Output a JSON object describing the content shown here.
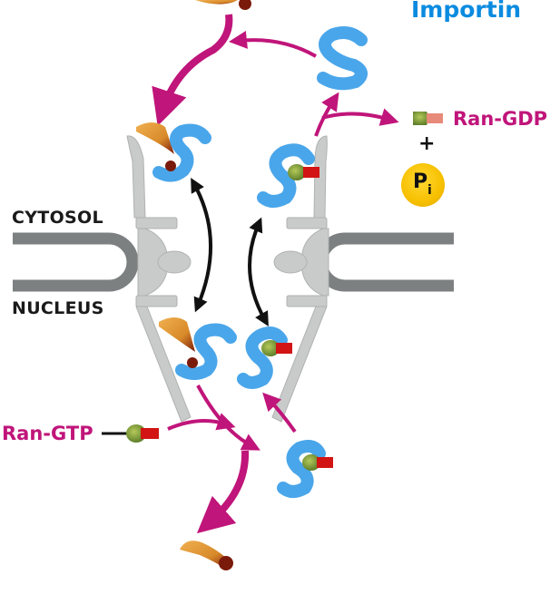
{
  "diagram": {
    "title": "Importin",
    "compartments": {
      "top": "CYTOSOL",
      "bottom": "NUCLEUS"
    },
    "molecules": {
      "ran_gdp": "Ran-GDP",
      "ran_gtp": "Ran-GTP",
      "plus": "+",
      "phosphate_main": "P",
      "phosphate_sub": "i"
    },
    "colors": {
      "importin": "#4aa6ea",
      "cargo": "#e89a3a",
      "cargo_dark": "#7a1a0a",
      "pathway_arrow": "#c0157a",
      "transport_arrow": "#111111",
      "pore": "#c9cbca",
      "membrane": "#7d8081",
      "ran_body": "#7a9a3a",
      "ran_gtp_cap": "#d21414",
      "ran_gdp_cap": "#e88a7a",
      "phosphate": "#f7c000",
      "title": "#0a8be0"
    }
  }
}
